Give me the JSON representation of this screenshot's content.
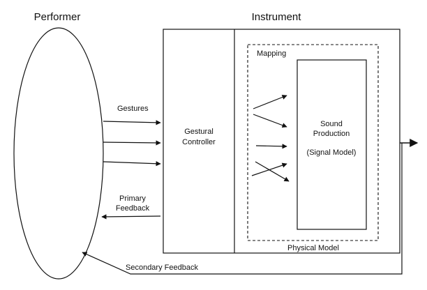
{
  "labels": {
    "performer": "Performer",
    "instrument": "Instrument",
    "mapping": "Mapping",
    "gestures": "Gestures",
    "gestural_controller": [
      "Gestural",
      "Controller"
    ],
    "sound_production": [
      "Sound",
      "Production"
    ],
    "signal_model": "(Signal Model)",
    "primary_feedback": [
      "Primary",
      "Feedback"
    ],
    "physical_model": "Physical Model",
    "secondary_feedback": "Secondary Feedback"
  }
}
